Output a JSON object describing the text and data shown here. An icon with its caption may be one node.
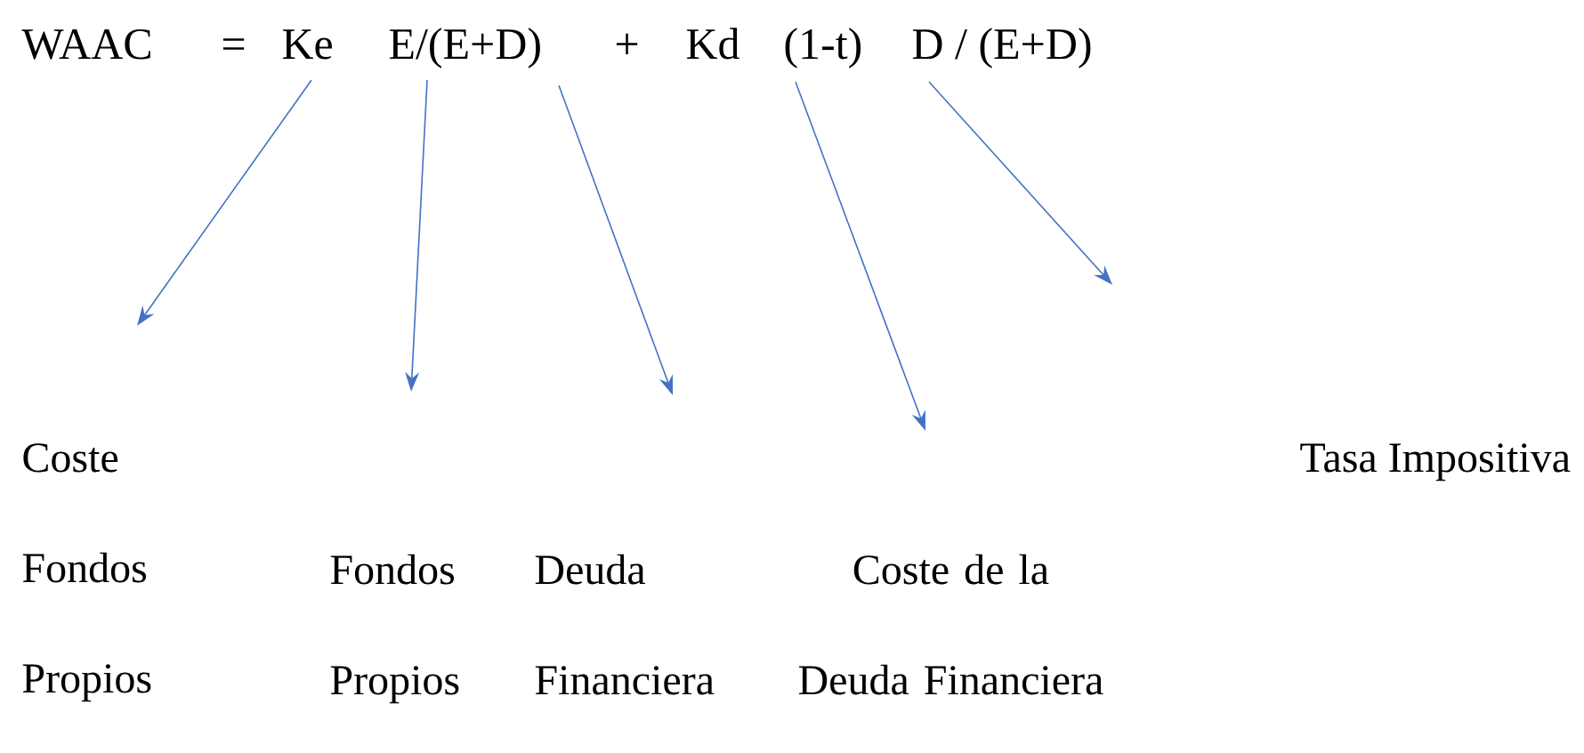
{
  "diagram": {
    "nodes": [
      {
        "text": [
          "Ke"
        ]
      },
      {
        "text": [
          "E/(E+D)"
        ]
      },
      {
        "text": [
          "(1-t)"
        ]
      },
      {
        "text": [
          "D / (E+D)"
        ]
      },
      {
        "text": [
          "Coste Fondos Propios"
        ]
      },
      {
        "text": [
          "Coste de la Deuda Financiera"
        ]
      }
    ],
    "edges": [
      {
        "from": 0,
        "to": 4,
        "arrow": "to"
      },
      {
        "from": 1,
        "to": null,
        "arrow": "to"
      },
      {
        "from": 1,
        "to": null,
        "arrow": "to"
      },
      {
        "from": 2,
        "to": 5,
        "arrow": "to"
      },
      {
        "from": 3,
        "to": null,
        "arrow": "to"
      }
    ],
    "labels": [
      "WAAC",
      "=",
      "+",
      "Kd",
      "Tasa Impositiva",
      "Fondos Propios",
      "Deuda Financiera"
    ]
  }
}
